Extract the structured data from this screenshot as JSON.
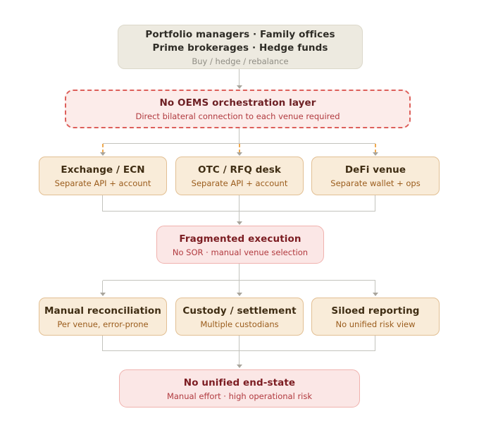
{
  "diagram": {
    "source": {
      "line1": "Portfolio managers · Family offices",
      "line2": "Prime brokerages · Hedge funds",
      "subtitle": "Buy / hedge / rebalance"
    },
    "gap": {
      "title": "No OEMS orchestration layer",
      "subtitle": "Direct bilateral connection to each venue required"
    },
    "venues": [
      {
        "title": "Exchange / ECN",
        "subtitle": "Separate API + account"
      },
      {
        "title": "OTC / RFQ desk",
        "subtitle": "Separate API + account"
      },
      {
        "title": "DeFi venue",
        "subtitle": "Separate wallet + ops"
      }
    ],
    "execution": {
      "title": "Fragmented execution",
      "subtitle": "No SOR · manual venue selection"
    },
    "ops": [
      {
        "title": "Manual reconciliation",
        "subtitle": "Per venue, error-prone"
      },
      {
        "title": "Custody / settlement",
        "subtitle": "Multiple custodians"
      },
      {
        "title": "Siloed reporting",
        "subtitle": "No unified risk view"
      }
    ],
    "endstate": {
      "title": "No unified end-state",
      "subtitle": "Manual effort · high operational risk"
    },
    "colors": {
      "source_bg": "#edeae0",
      "tan_bg": "#f9ecd9",
      "tan_border": "#e2bf93",
      "pink_bg": "#fbe7e6",
      "pink_border": "#f0b2ae",
      "dashed_border": "#dd5f5a",
      "title_dark": "#2e2c26",
      "maroon_text": "#6d2024",
      "red_text": "#b13a3f",
      "brown_text": "#9a5c1c",
      "gray_line": "#c3c3bd",
      "orange_dash": "#efa94f"
    }
  }
}
